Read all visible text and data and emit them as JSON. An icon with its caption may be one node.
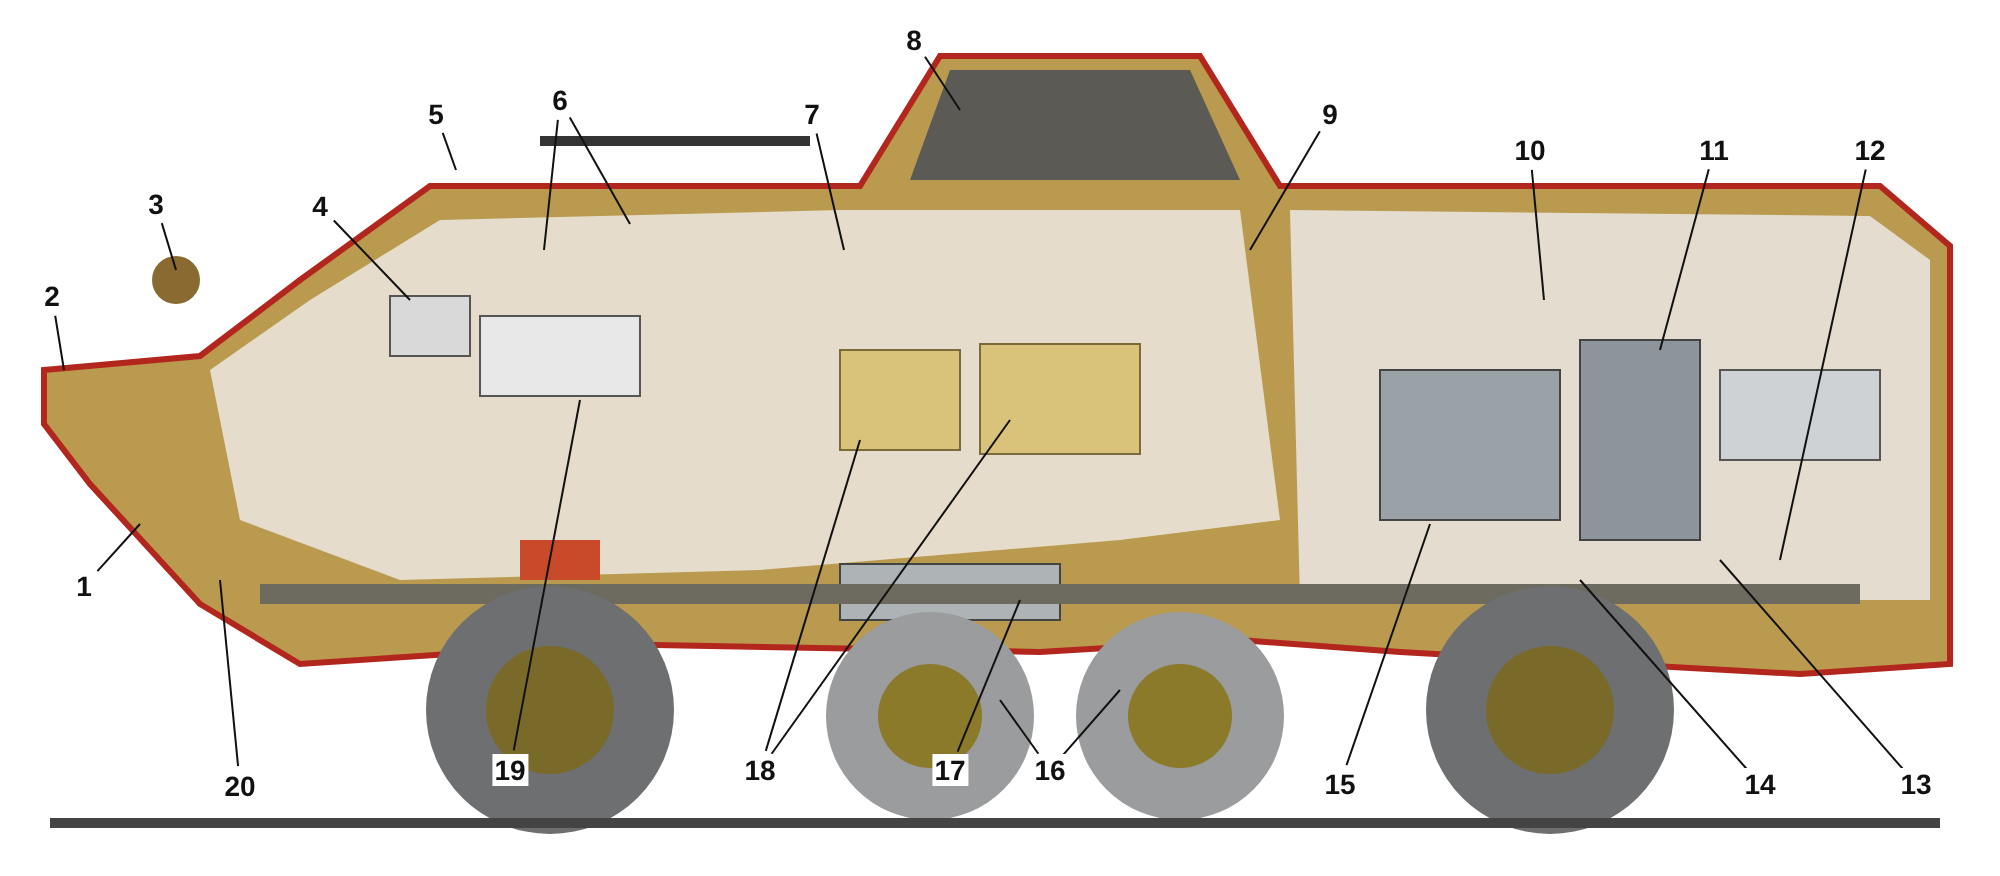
{
  "diagram": {
    "nodes": [
      {
        "text": [
          "1"
        ]
      },
      {
        "text": [
          "2"
        ]
      },
      {
        "text": [
          "3"
        ]
      },
      {
        "text": [
          "4"
        ]
      },
      {
        "text": [
          "5"
        ]
      },
      {
        "text": [
          "6"
        ]
      },
      {
        "text": [
          "7"
        ]
      },
      {
        "text": [
          "8"
        ]
      },
      {
        "text": [
          "9"
        ]
      },
      {
        "text": [
          "10"
        ]
      },
      {
        "text": [
          "11"
        ]
      },
      {
        "text": [
          "12"
        ]
      },
      {
        "text": [
          "13"
        ]
      },
      {
        "text": [
          "14"
        ]
      },
      {
        "text": [
          "15"
        ]
      },
      {
        "text": [
          "16"
        ]
      },
      {
        "text": [
          "17"
        ]
      },
      {
        "text": [
          "18"
        ]
      },
      {
        "text": [
          "19"
        ]
      },
      {
        "text": [
          "20"
        ]
      }
    ],
    "edges": [
      {
        "from": 0,
        "to": null,
        "arrow": "none"
      },
      {
        "from": 1,
        "to": null,
        "arrow": "none"
      },
      {
        "from": 2,
        "to": null,
        "arrow": "none"
      },
      {
        "from": 3,
        "to": null,
        "arrow": "none"
      },
      {
        "from": 4,
        "to": null,
        "arrow": "none"
      },
      {
        "from": 5,
        "to": null,
        "arrow": "none"
      },
      {
        "from": 5,
        "to": null,
        "arrow": "none"
      },
      {
        "from": 6,
        "to": null,
        "arrow": "none"
      },
      {
        "from": 7,
        "to": null,
        "arrow": "none"
      },
      {
        "from": 8,
        "to": null,
        "arrow": "none"
      },
      {
        "from": 9,
        "to": null,
        "arrow": "none"
      },
      {
        "from": 10,
        "to": null,
        "arrow": "none"
      },
      {
        "from": 11,
        "to": null,
        "arrow": "none"
      },
      {
        "from": 12,
        "to": null,
        "arrow": "none"
      },
      {
        "from": 13,
        "to": null,
        "arrow": "none"
      },
      {
        "from": 14,
        "to": null,
        "arrow": "none"
      },
      {
        "from": 15,
        "to": null,
        "arrow": "none"
      },
      {
        "from": 15,
        "to": null,
        "arrow": "none"
      },
      {
        "from": 16,
        "to": null,
        "arrow": "none"
      },
      {
        "from": 17,
        "to": null,
        "arrow": "none"
      },
      {
        "from": 17,
        "to": null,
        "arrow": "none"
      },
      {
        "from": 18,
        "to": null,
        "arrow": "none"
      },
      {
        "from": 19,
        "to": null,
        "arrow": "none"
      }
    ]
  }
}
